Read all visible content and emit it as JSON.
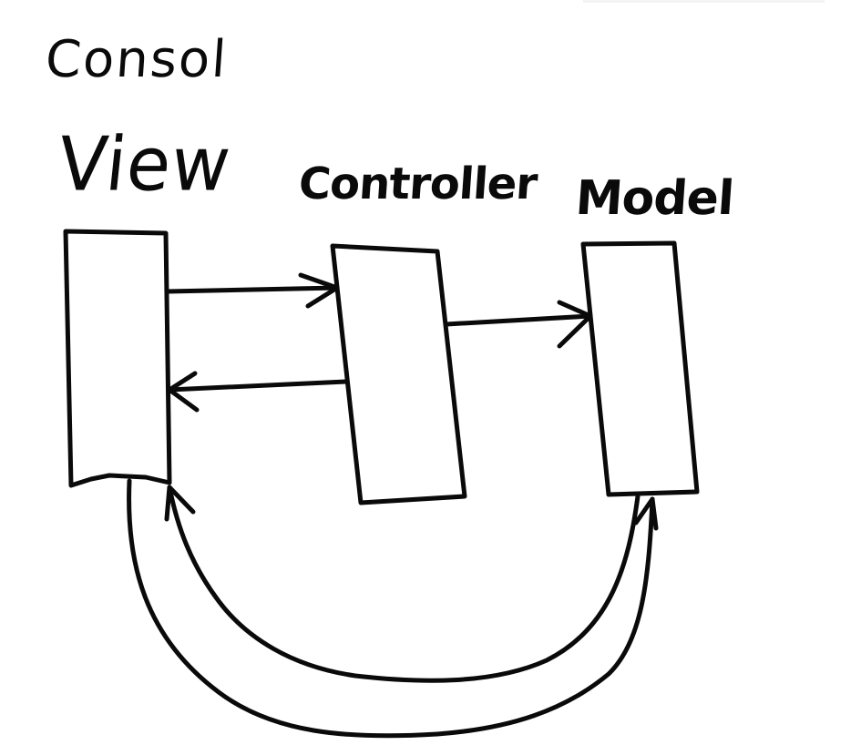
{
  "diagram": {
    "title": "Consol",
    "nodes": [
      {
        "id": "view",
        "label": "View"
      },
      {
        "id": "controller",
        "label": "Controller"
      },
      {
        "id": "model",
        "label": "Model"
      }
    ],
    "edges": [
      {
        "from": "view",
        "to": "controller"
      },
      {
        "from": "controller",
        "to": "view"
      },
      {
        "from": "controller",
        "to": "model"
      },
      {
        "from": "view",
        "to": "model"
      },
      {
        "from": "model",
        "to": "view"
      }
    ],
    "ink_color": "#0a0a0a",
    "background_color": "#ffffff"
  }
}
